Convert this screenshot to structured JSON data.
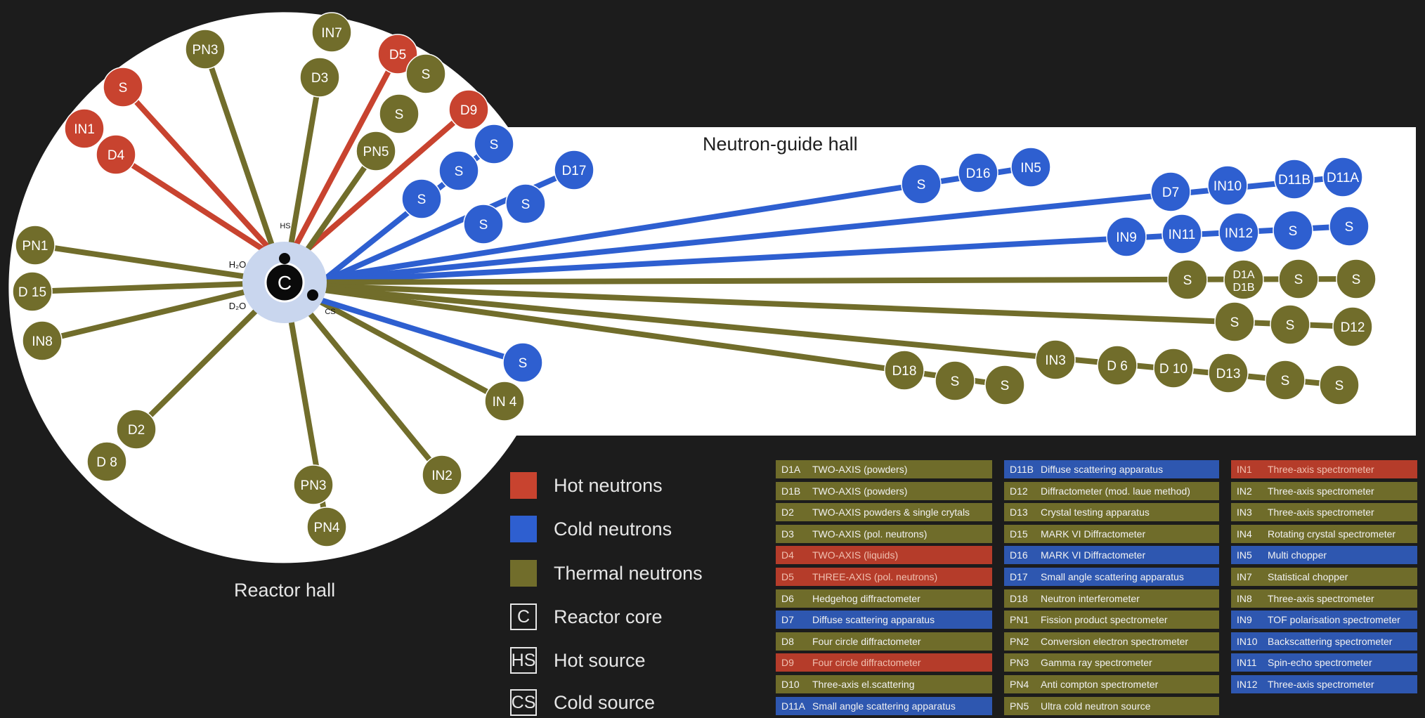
{
  "colors": {
    "hot": "#c8432f",
    "cold": "#2e5fd0",
    "thermal": "#716d2b",
    "white": "#ffffff",
    "background": "#1c1c1c"
  },
  "labels": {
    "neutron_guide_hall": "Neutron-guide hall",
    "reactor_hall": "Reactor hall",
    "core": "C",
    "hot_source": "HS",
    "cold_source": "CS",
    "h2o": "H₂O",
    "d2o": "D₂O"
  },
  "legend": [
    {
      "key": "hot",
      "text": "Hot neutrons",
      "symbol": ""
    },
    {
      "key": "cold",
      "text": "Cold neutrons",
      "symbol": ""
    },
    {
      "key": "thermal",
      "text": "Thermal neutrons",
      "symbol": ""
    },
    {
      "key": "core",
      "text": "Reactor core",
      "symbol": "C"
    },
    {
      "key": "hs",
      "text": "Hot source",
      "symbol": "HS"
    },
    {
      "key": "cs",
      "text": "Cold source",
      "symbol": "CS"
    }
  ],
  "instrument_table": [
    [
      {
        "code": "D1A",
        "name": "TWO-AXIS  (powders)",
        "type": "thermal"
      },
      {
        "code": "D1B",
        "name": "TWO-AXIS  (powders)",
        "type": "thermal"
      },
      {
        "code": "D2",
        "name": "TWO-AXIS powders & single crytals",
        "type": "thermal"
      },
      {
        "code": "D3",
        "name": "TWO-AXIS (pol. neutrons)",
        "type": "thermal"
      },
      {
        "code": "D4",
        "name": "TWO-AXIS (liquids)",
        "type": "hot"
      },
      {
        "code": "D5",
        "name": "THREE-AXIS (pol. neutrons)",
        "type": "hot"
      },
      {
        "code": "D6",
        "name": "Hedgehog diffractometer",
        "type": "thermal"
      },
      {
        "code": "D7",
        "name": "Diffuse scattering apparatus",
        "type": "cold"
      },
      {
        "code": "D8",
        "name": "Four circle diffractometer",
        "type": "thermal"
      },
      {
        "code": "D9",
        "name": "Four circle diffractometer",
        "type": "hot"
      },
      {
        "code": "D10",
        "name": "Three-axis el.scattering",
        "type": "thermal"
      },
      {
        "code": "D11A",
        "name": "Small angle scattering apparatus",
        "type": "cold"
      }
    ],
    [
      {
        "code": "D11B",
        "name": "Diffuse scattering apparatus",
        "type": "cold"
      },
      {
        "code": "D12",
        "name": "Diffractometer (mod. laue method)",
        "type": "thermal"
      },
      {
        "code": "D13",
        "name": "Crystal testing apparatus",
        "type": "thermal"
      },
      {
        "code": "D15",
        "name": "MARK VI Diffractometer",
        "type": "thermal"
      },
      {
        "code": "D16",
        "name": "MARK VI Diffractometer",
        "type": "cold"
      },
      {
        "code": "D17",
        "name": "Small angle scattering apparatus",
        "type": "cold"
      },
      {
        "code": "D18",
        "name": "Neutron interferometer",
        "type": "thermal"
      },
      {
        "code": "PN1",
        "name": "Fission product spectrometer",
        "type": "thermal"
      },
      {
        "code": "PN2",
        "name": "Conversion electron spectrometer",
        "type": "thermal"
      },
      {
        "code": "PN3",
        "name": "Gamma ray spectrometer",
        "type": "thermal"
      },
      {
        "code": "PN4",
        "name": "Anti compton spectrometer",
        "type": "thermal"
      },
      {
        "code": "PN5",
        "name": "Ultra cold neutron source",
        "type": "thermal"
      }
    ],
    [
      {
        "code": "IN1",
        "name": "Three-axis spectrometer",
        "type": "hot"
      },
      {
        "code": "IN2",
        "name": "Three-axis spectrometer",
        "type": "thermal"
      },
      {
        "code": "IN3",
        "name": "Three-axis spectrometer",
        "type": "thermal"
      },
      {
        "code": "IN4",
        "name": "Rotating crystal spectrometer",
        "type": "thermal"
      },
      {
        "code": "IN5",
        "name": "Multi chopper",
        "type": "cold"
      },
      {
        "code": "IN7",
        "name": "Statistical chopper",
        "type": "thermal"
      },
      {
        "code": "IN8",
        "name": "Three-axis spectrometer",
        "type": "thermal"
      },
      {
        "code": "IN9",
        "name": "TOF polarisation spectrometer",
        "type": "cold"
      },
      {
        "code": "IN10",
        "name": "Backscattering spectrometer",
        "type": "cold"
      },
      {
        "code": "IN11",
        "name": "Spin-echo spectrometer",
        "type": "cold"
      },
      {
        "code": "IN12",
        "name": "Three-axis spectrometer",
        "type": "cold"
      }
    ]
  ],
  "beamlines": [
    {
      "type": "hot",
      "stations": [
        "IN1",
        "D4"
      ]
    },
    {
      "type": "hot",
      "stations": [
        "S"
      ]
    },
    {
      "type": "hot",
      "stations": [
        "D5"
      ]
    },
    {
      "type": "hot",
      "stations": [
        "D9"
      ]
    },
    {
      "type": "thermal",
      "stations": [
        "PN3"
      ]
    },
    {
      "type": "thermal",
      "stations": [
        "IN7",
        "D3"
      ]
    },
    {
      "type": "thermal",
      "stations": [
        "S",
        "S",
        "PN5"
      ]
    },
    {
      "type": "thermal",
      "stations": [
        "PN1"
      ]
    },
    {
      "type": "thermal",
      "stations": [
        "D 15"
      ]
    },
    {
      "type": "thermal",
      "stations": [
        "IN8"
      ]
    },
    {
      "type": "thermal",
      "stations": [
        "D 8",
        "D2"
      ]
    },
    {
      "type": "thermal",
      "stations": [
        "PN3",
        "PN4"
      ]
    },
    {
      "type": "thermal",
      "stations": [
        "IN2"
      ]
    },
    {
      "type": "thermal",
      "stations": [
        "IN 4"
      ]
    },
    {
      "type": "cold",
      "stations": [
        "S",
        "S",
        "S"
      ]
    },
    {
      "type": "cold",
      "stations": [
        "S",
        "S",
        "D17"
      ]
    },
    {
      "type": "cold",
      "stations": [
        "S",
        "D16",
        "IN5"
      ]
    },
    {
      "type": "cold",
      "stations": [
        "D7",
        "IN10",
        "D11B",
        "D11A"
      ]
    },
    {
      "type": "cold",
      "stations": [
        "IN9",
        "IN11",
        "IN12",
        "S",
        "S"
      ]
    },
    {
      "type": "cold",
      "stations": [
        "S"
      ]
    },
    {
      "type": "thermal",
      "stations": [
        "S",
        "D1A D1B",
        "S",
        "S"
      ]
    },
    {
      "type": "thermal",
      "stations": [
        "S",
        "S",
        "D12"
      ]
    },
    {
      "type": "thermal",
      "stations": [
        "D18",
        "S",
        "S"
      ]
    },
    {
      "type": "thermal",
      "stations": [
        "IN3",
        "D 6",
        "D 10",
        "D13",
        "S",
        "S"
      ]
    }
  ]
}
